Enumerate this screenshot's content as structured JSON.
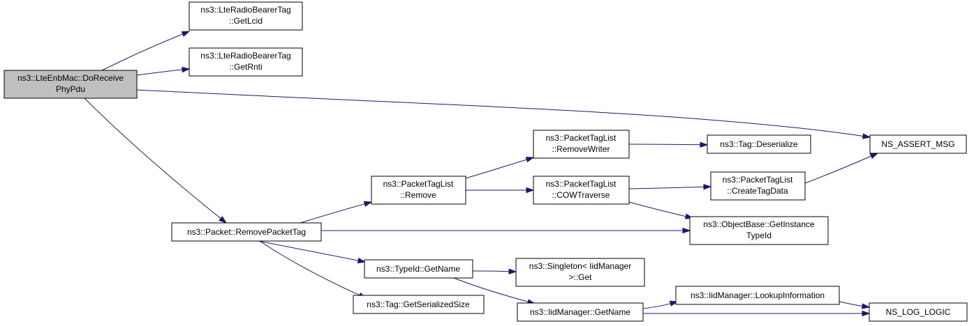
{
  "colors": {
    "edge": "#191970",
    "root_fill": "#bfbfbf",
    "node_fill": "#ffffff",
    "border": "#000000"
  },
  "nodes": {
    "lte_enb_mac_do_receive_phy_pdu": [
      "ns3::LteEnbMac::DoReceive",
      "PhyPdu"
    ],
    "lte_radio_bearer_tag_get_lcid": [
      "ns3::LteRadioBearerTag",
      "::GetLcid"
    ],
    "lte_radio_bearer_tag_get_rnti": [
      "ns3::LteRadioBearerTag",
      "::GetRnti"
    ],
    "ns_assert_msg": [
      "NS_ASSERT_MSG"
    ],
    "packet_remove_packet_tag": [
      "ns3::Packet::RemovePacketTag"
    ],
    "packet_tag_list_remove": [
      "ns3::PacketTagList",
      "::Remove"
    ],
    "packet_tag_list_remove_writer": [
      "ns3::PacketTagList",
      "::RemoveWriter"
    ],
    "packet_tag_list_cow_traverse": [
      "ns3::PacketTagList",
      "::COWTraverse"
    ],
    "tag_deserialize": [
      "ns3::Tag::Deserialize"
    ],
    "packet_tag_list_create_tag_data": [
      "ns3::PacketTagList",
      "::CreateTagData"
    ],
    "object_base_get_instance_type_id": [
      "ns3::ObjectBase::GetInstance",
      "TypeId"
    ],
    "type_id_get_name": [
      "ns3::TypeId::GetName"
    ],
    "tag_get_serialized_size": [
      "ns3::Tag::GetSerializedSize"
    ],
    "singleton_iid_manager_get": [
      "ns3::Singleton< IidManager",
      ">::Get"
    ],
    "iid_manager_get_name": [
      "ns3::IidManager::GetName"
    ],
    "iid_manager_lookup_information": [
      "ns3::IidManager::LookupInformation"
    ],
    "ns_log_logic": [
      "NS_LOG_LOGIC"
    ]
  },
  "edges": [
    [
      "lte_enb_mac_do_receive_phy_pdu",
      "lte_radio_bearer_tag_get_lcid"
    ],
    [
      "lte_enb_mac_do_receive_phy_pdu",
      "lte_radio_bearer_tag_get_rnti"
    ],
    [
      "lte_enb_mac_do_receive_phy_pdu",
      "ns_assert_msg"
    ],
    [
      "lte_enb_mac_do_receive_phy_pdu",
      "packet_remove_packet_tag"
    ],
    [
      "packet_remove_packet_tag",
      "packet_tag_list_remove"
    ],
    [
      "packet_remove_packet_tag",
      "object_base_get_instance_type_id"
    ],
    [
      "packet_remove_packet_tag",
      "type_id_get_name"
    ],
    [
      "packet_remove_packet_tag",
      "tag_get_serialized_size"
    ],
    [
      "packet_tag_list_remove",
      "packet_tag_list_remove_writer"
    ],
    [
      "packet_tag_list_remove",
      "packet_tag_list_cow_traverse"
    ],
    [
      "packet_tag_list_remove_writer",
      "tag_deserialize"
    ],
    [
      "packet_tag_list_cow_traverse",
      "packet_tag_list_create_tag_data"
    ],
    [
      "packet_tag_list_cow_traverse",
      "object_base_get_instance_type_id"
    ],
    [
      "packet_tag_list_create_tag_data",
      "ns_assert_msg"
    ],
    [
      "type_id_get_name",
      "singleton_iid_manager_get"
    ],
    [
      "type_id_get_name",
      "iid_manager_get_name"
    ],
    [
      "iid_manager_get_name",
      "iid_manager_lookup_information"
    ],
    [
      "iid_manager_get_name",
      "ns_log_logic"
    ],
    [
      "iid_manager_lookup_information",
      "ns_log_logic"
    ]
  ]
}
